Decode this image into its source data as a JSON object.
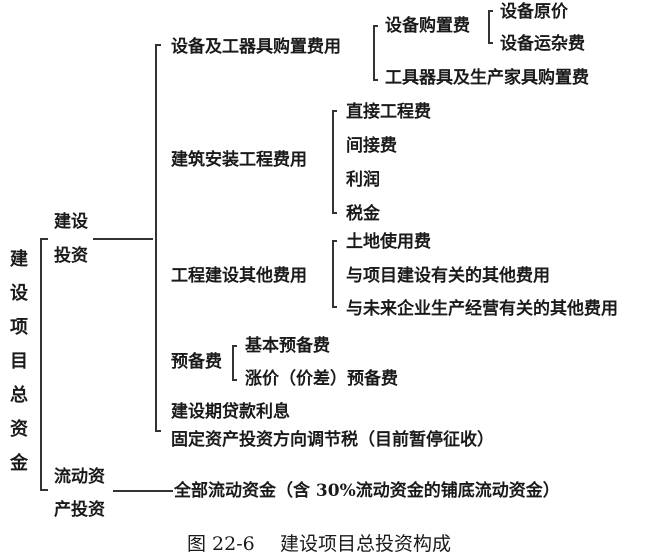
{
  "root": {
    "label_chars": [
      "建",
      "设",
      "项",
      "目",
      "总",
      "资",
      "金"
    ],
    "label": "建设项目总资金"
  },
  "branches": {
    "construction_investment": {
      "line1": "建设",
      "line2": "投资",
      "items": {
        "equipment_tools": {
          "label": "设备及工器具购置费用",
          "children": {
            "equipment_purchase": {
              "label": "设备购置费",
              "children": [
                "设备原价",
                "设备运杂费"
              ]
            },
            "tools_furniture": "工具器具及生产家具购置费"
          }
        },
        "construction_install": {
          "label": "建筑安装工程费用",
          "children": [
            "直接工程费",
            "间接费",
            "利润",
            "税金"
          ]
        },
        "other_costs": {
          "label": "工程建设其他费用",
          "children": [
            "土地使用费",
            "与项目建设有关的其他费用",
            "与未来企业生产经营有关的其他费用"
          ]
        },
        "reserve": {
          "label": "预备费",
          "children": [
            "基本预备费",
            "涨价（价差）预备费"
          ]
        },
        "loan_interest": "建设期贷款利息",
        "adjustment_tax": "固定资产投资方向调节税（目前暂停征收）"
      }
    },
    "working_capital": {
      "line1": "流动资",
      "line2": "产投资",
      "item": "全部流动资金（含 30%流动资金的铺底流动资金）"
    }
  },
  "caption": {
    "figure_number": "图 22-6",
    "title": "建设项目总投资构成"
  }
}
